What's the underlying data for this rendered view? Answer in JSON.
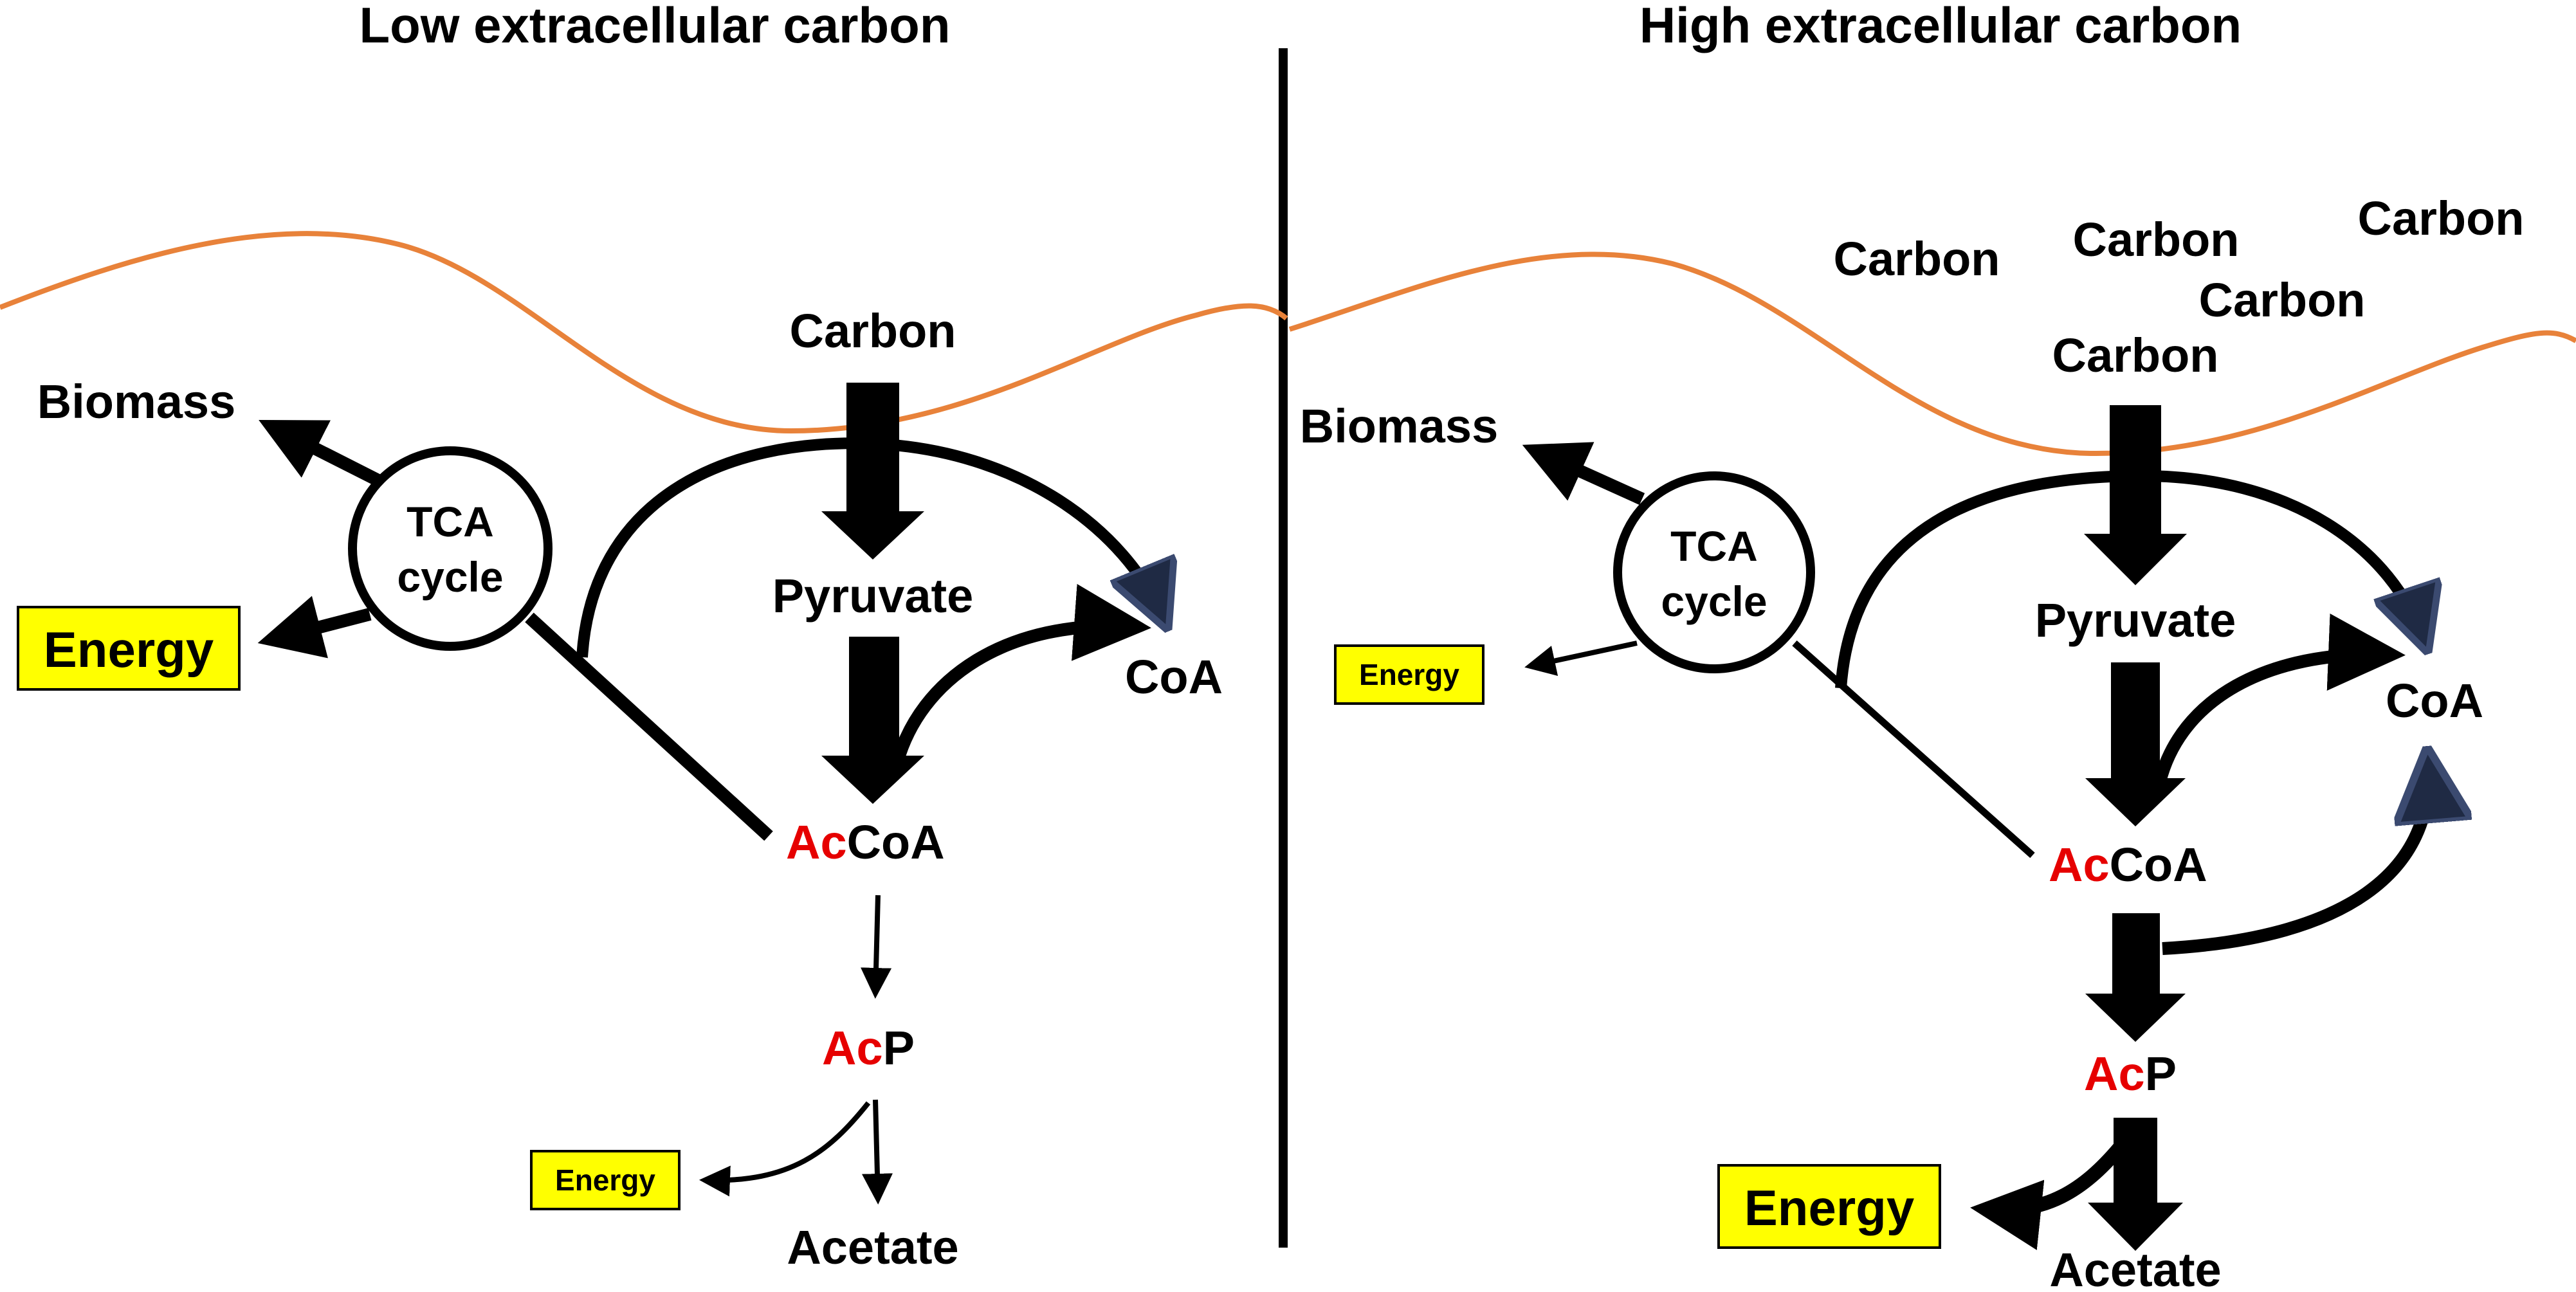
{
  "colors": {
    "membrane": "#e8823a",
    "acetyl_red": "#e60000",
    "energy_box": "#ffff00",
    "arrow": "#000000"
  },
  "left_panel": {
    "title": "Low extracellular carbon",
    "carbon": "Carbon",
    "pyruvate": "Pyruvate",
    "coa": "CoA",
    "accoa_prefix": "Ac",
    "accoa_suffix": "CoA",
    "acp_prefix": "Ac",
    "acp_suffix": "P",
    "acetate": "Acetate",
    "biomass": "Biomass",
    "tca_line1": "TCA",
    "tca_line2": "cycle",
    "energy_tca": "Energy",
    "energy_acetate": "Energy"
  },
  "right_panel": {
    "title": "High extracellular carbon",
    "carbon_labels": [
      "Carbon",
      "Carbon",
      "Carbon",
      "Carbon",
      "Carbon"
    ],
    "pyruvate": "Pyruvate",
    "coa": "CoA",
    "accoa_prefix": "Ac",
    "accoa_suffix": "CoA",
    "acp_prefix": "Ac",
    "acp_suffix": "P",
    "acetate": "Acetate",
    "biomass": "Biomass",
    "tca_line1": "TCA",
    "tca_line2": "cycle",
    "energy_tca": "Energy",
    "energy_acetate": "Energy"
  }
}
